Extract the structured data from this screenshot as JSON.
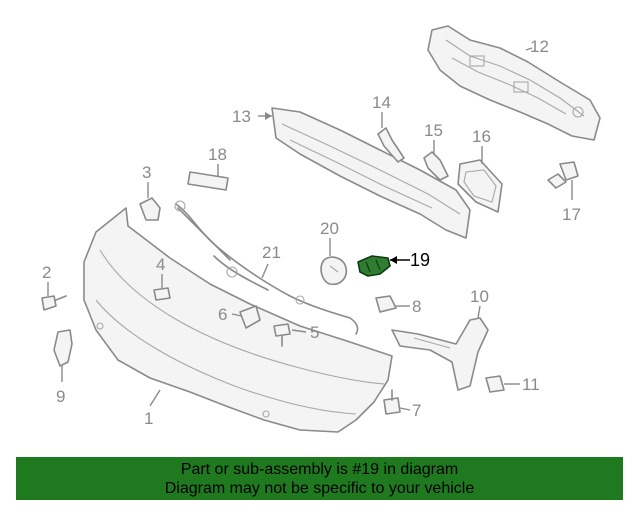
{
  "diagram": {
    "highlighted_part": "19",
    "callouts": [
      "1",
      "2",
      "3",
      "4",
      "5",
      "6",
      "7",
      "8",
      "9",
      "10",
      "11",
      "12",
      "13",
      "14",
      "15",
      "16",
      "17",
      "18",
      "19",
      "20",
      "21"
    ],
    "colors": {
      "highlight": "#2e7d32",
      "banner": "#1f7a1f",
      "line": "#8a8a8a"
    }
  },
  "banner": {
    "line1": "Part or sub-assembly is #19 in diagram",
    "line2": "Diagram may not be specific to your vehicle"
  }
}
